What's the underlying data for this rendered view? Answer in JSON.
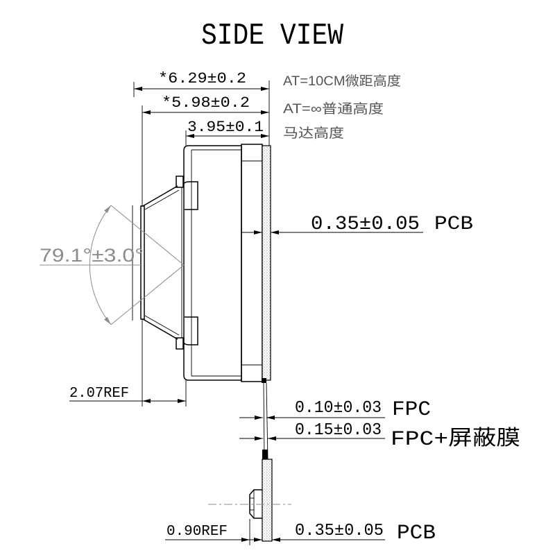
{
  "title": "SIDE VIEW",
  "dimensions": {
    "macro_height": {
      "value": "*6.29±0.2",
      "note": "AT=10CM微距高度"
    },
    "normal_height": {
      "value": "*5.98±0.2",
      "note": "AT=∞普通高度"
    },
    "motor_height": {
      "value": "3.95±0.1",
      "note": "马达高度"
    },
    "pcb_thickness_top": {
      "value": "0.35±0.05",
      "label": "PCB"
    },
    "field_of_view": {
      "value": "79.1°±3.0°"
    },
    "lens_protrusion": {
      "value": "2.07REF"
    },
    "fpc_thickness": {
      "value": "0.10±0.03",
      "label": "FPC"
    },
    "fpc_shield_thickness": {
      "value": "0.15±0.03",
      "label": "FPC+屏蔽膜"
    },
    "connector_offset": {
      "value": "0.90REF"
    },
    "pcb_thickness_bottom": {
      "value": "0.35±0.05",
      "label": "PCB"
    }
  },
  "colors": {
    "line": "#000000",
    "angle_annotation": "#8c8c8c",
    "note_text": "#555555",
    "pcb_stipple": "#7a7a7a"
  }
}
